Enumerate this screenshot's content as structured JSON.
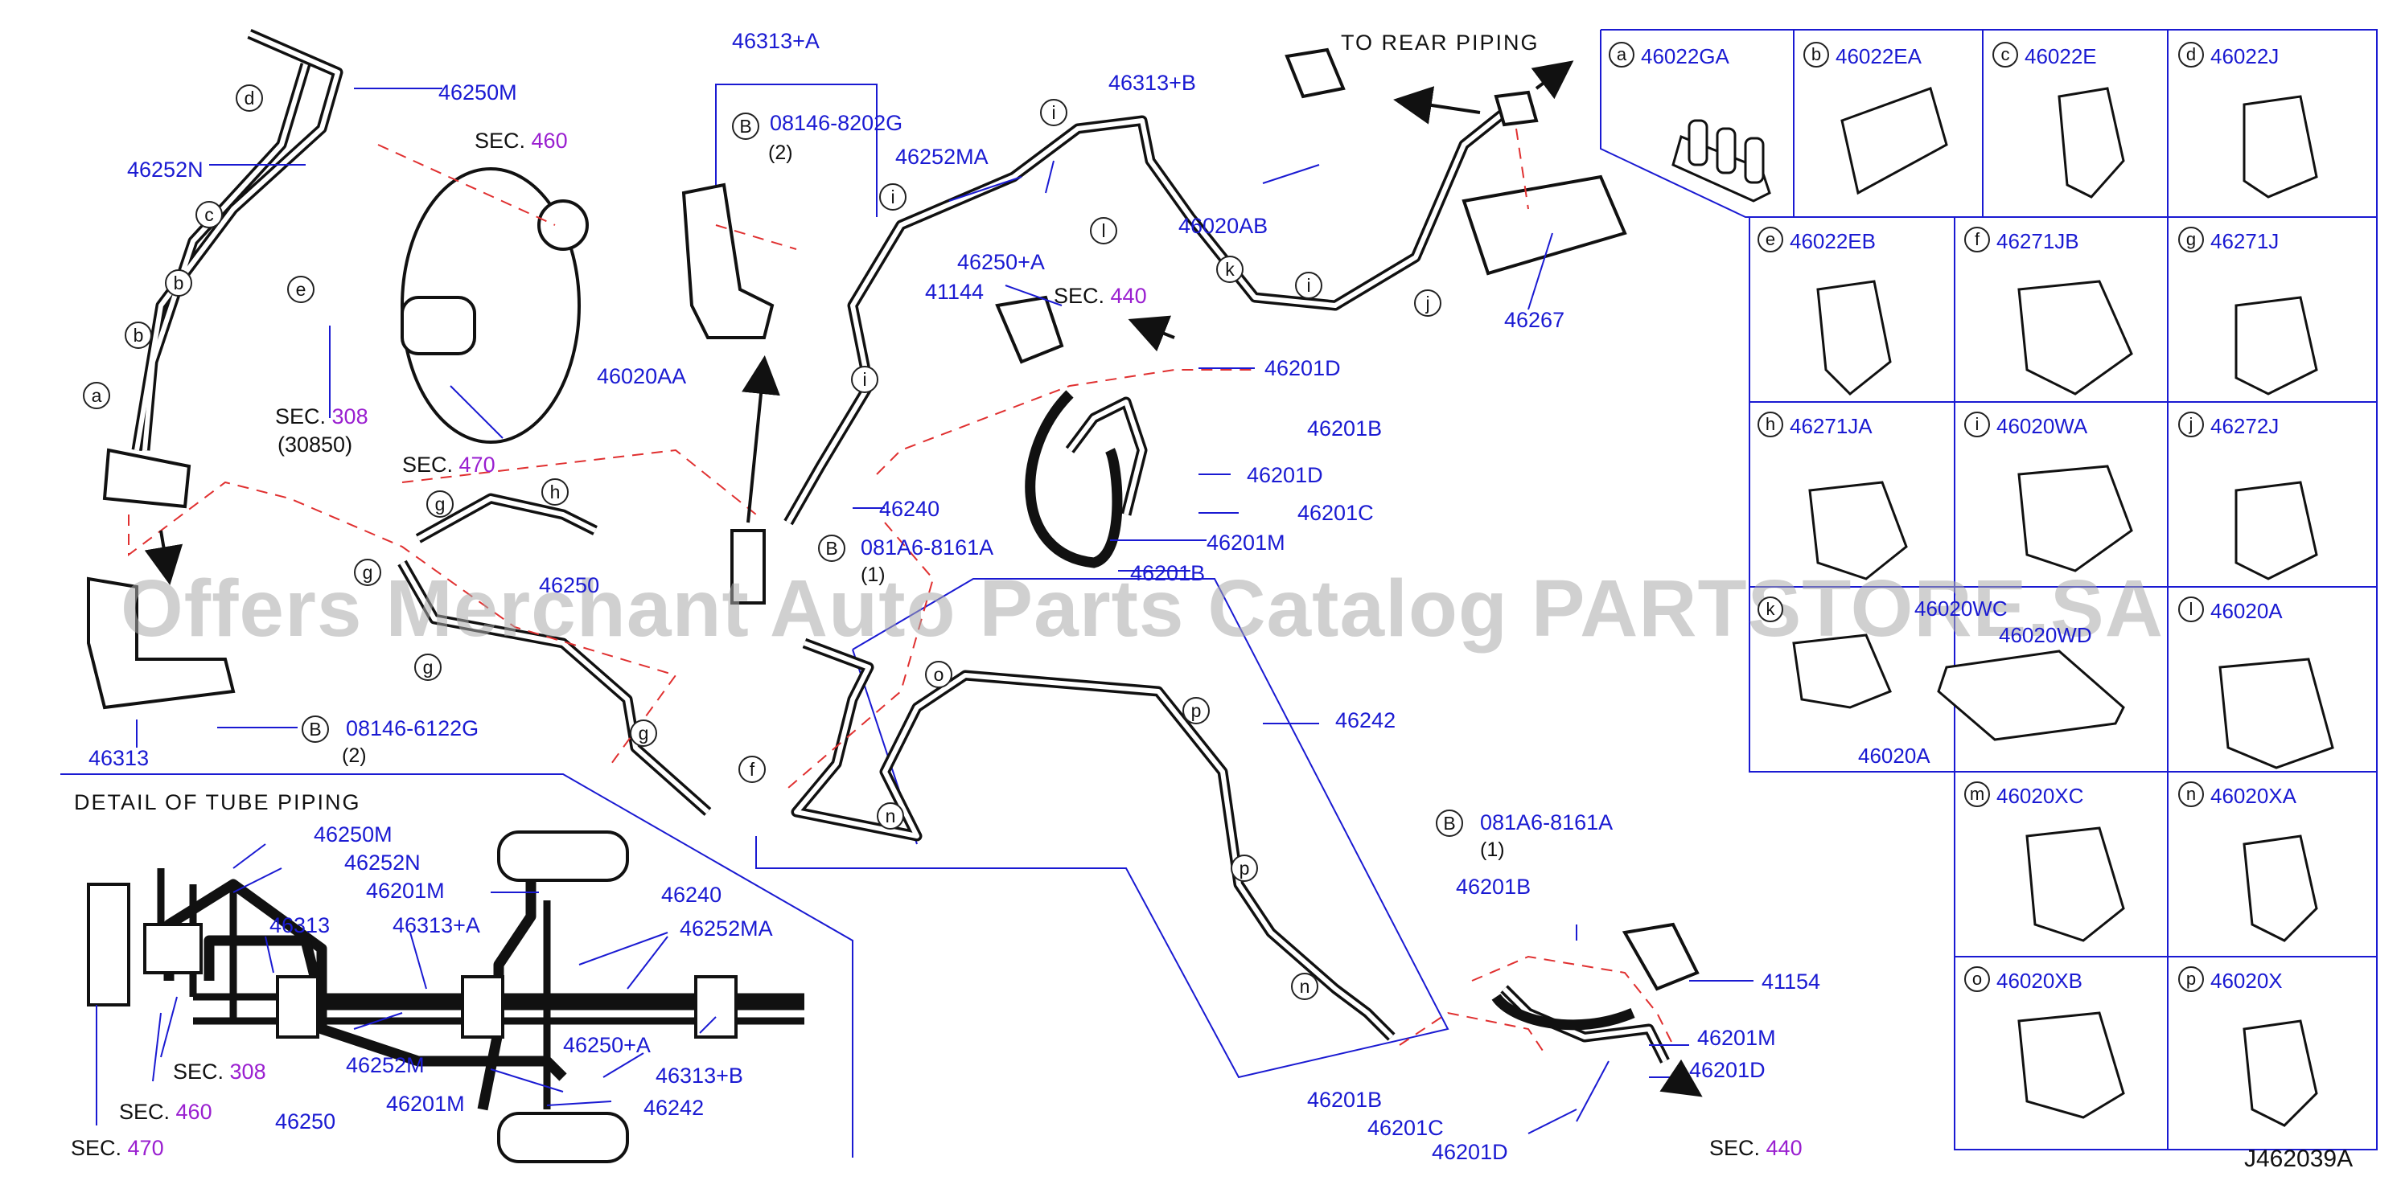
{
  "diagram_code": "J462039A",
  "watermark": "Offers Merchant Auto Parts Catalog PARTSTORE.SA",
  "rear_piping_label": "TO  REAR  PIPING",
  "detail_title": "DETAIL  OF  TUBE  PIPING",
  "colors": {
    "part_number": "#1a1ad2",
    "section_number": "#9a1fd0",
    "leader": "#1a1ad2",
    "dashed": "#e03030",
    "line": "#111111"
  },
  "labels": [
    {
      "id": "pn-46313a",
      "text": "46313+A",
      "kind": "pn"
    },
    {
      "id": "pn-46250m",
      "text": "46250M",
      "kind": "pn"
    },
    {
      "id": "pn-46252n",
      "text": "46252N",
      "kind": "pn"
    },
    {
      "id": "pn-08146-8202g",
      "text": "08146-8202G",
      "kind": "pn"
    },
    {
      "id": "qty-2a",
      "text": "(2)",
      "kind": "qty"
    },
    {
      "id": "pn-46252ma",
      "text": "46252MA",
      "kind": "pn"
    },
    {
      "id": "pn-46313b",
      "text": "46313+B",
      "kind": "pn"
    },
    {
      "id": "pn-46020ab",
      "text": "46020AB",
      "kind": "pn"
    },
    {
      "id": "pn-46250a",
      "text": "46250+A",
      "kind": "pn"
    },
    {
      "id": "pn-41144",
      "text": "41144",
      "kind": "pn"
    },
    {
      "id": "pn-46201d-a",
      "text": "46201D",
      "kind": "pn"
    },
    {
      "id": "pn-46267",
      "text": "46267",
      "kind": "pn"
    },
    {
      "id": "pn-46020aa",
      "text": "46020AA",
      "kind": "pn"
    },
    {
      "id": "pn-46201b-a",
      "text": "46201B",
      "kind": "pn"
    },
    {
      "id": "pn-46201d-b",
      "text": "46201D",
      "kind": "pn"
    },
    {
      "id": "pn-46201c-a",
      "text": "46201C",
      "kind": "pn"
    },
    {
      "id": "pn-46240-a",
      "text": "46240",
      "kind": "pn"
    },
    {
      "id": "pn-081a6-a",
      "text": "081A6-8161A",
      "kind": "pn"
    },
    {
      "id": "qty-1a",
      "text": "(1)",
      "kind": "qty"
    },
    {
      "id": "pn-46201m-a",
      "text": "46201M",
      "kind": "pn"
    },
    {
      "id": "pn-46201b-b",
      "text": "46201B",
      "kind": "pn"
    },
    {
      "id": "pn-46250-a",
      "text": "46250",
      "kind": "pn"
    },
    {
      "id": "pn-46313-a",
      "text": "46313",
      "kind": "pn"
    },
    {
      "id": "pn-08146-6122g",
      "text": "08146-6122G",
      "kind": "pn"
    },
    {
      "id": "qty-2b",
      "text": "(2)",
      "kind": "qty"
    },
    {
      "id": "pn-46242-a",
      "text": "46242",
      "kind": "pn"
    },
    {
      "id": "pn-081a6-b",
      "text": "081A6-8161A",
      "kind": "pn"
    },
    {
      "id": "qty-1b",
      "text": "(1)",
      "kind": "qty"
    },
    {
      "id": "pn-46201b-c",
      "text": "46201B",
      "kind": "pn"
    },
    {
      "id": "pn-41154",
      "text": "41154",
      "kind": "pn"
    },
    {
      "id": "pn-46201m-b",
      "text": "46201M",
      "kind": "pn"
    },
    {
      "id": "pn-46201d-c",
      "text": "46201D",
      "kind": "pn"
    },
    {
      "id": "pn-46201b-d",
      "text": "46201B",
      "kind": "pn"
    },
    {
      "id": "pn-46201c-b",
      "text": "46201C",
      "kind": "pn"
    },
    {
      "id": "pn-46201d-d",
      "text": "46201D",
      "kind": "pn"
    },
    {
      "id": "pn-d-46250m",
      "text": "46250M",
      "kind": "pn"
    },
    {
      "id": "pn-d-46252n",
      "text": "46252N",
      "kind": "pn"
    },
    {
      "id": "pn-d-46201m",
      "text": "46201M",
      "kind": "pn"
    },
    {
      "id": "pn-d-46240",
      "text": "46240",
      "kind": "pn"
    },
    {
      "id": "pn-d-46313",
      "text": "46313",
      "kind": "pn"
    },
    {
      "id": "pn-d-46313a",
      "text": "46313+A",
      "kind": "pn"
    },
    {
      "id": "pn-d-46252ma",
      "text": "46252MA",
      "kind": "pn"
    },
    {
      "id": "pn-d-46252m",
      "text": "46252M",
      "kind": "pn"
    },
    {
      "id": "pn-d-46250a",
      "text": "46250+A",
      "kind": "pn"
    },
    {
      "id": "pn-d-46313b",
      "text": "46313+B",
      "kind": "pn"
    },
    {
      "id": "pn-d-46250",
      "text": "46250",
      "kind": "pn"
    },
    {
      "id": "pn-d-46201m-b",
      "text": "46201M",
      "kind": "pn"
    },
    {
      "id": "pn-d-46242",
      "text": "46242",
      "kind": "pn"
    }
  ],
  "sections": [
    {
      "id": "sec-460-a",
      "prefix": "SEC.",
      "num": "460"
    },
    {
      "id": "sec-308-a",
      "prefix": "SEC.",
      "num": "308"
    },
    {
      "id": "sec-470-a",
      "prefix": "SEC.",
      "num": "470"
    },
    {
      "id": "sec-440-a",
      "prefix": "SEC.",
      "num": "440"
    },
    {
      "id": "sec-440-b",
      "prefix": "SEC.",
      "num": "440"
    },
    {
      "id": "sec-308-b",
      "prefix": "SEC.",
      "num": "308"
    },
    {
      "id": "sec-460-b",
      "prefix": "SEC.",
      "num": "460"
    },
    {
      "id": "sec-470-b",
      "prefix": "SEC.",
      "num": "470"
    }
  ],
  "extra_text": [
    {
      "id": "txt-30850",
      "text": "(30850)"
    }
  ],
  "bolt_marks": [
    {
      "id": "b1",
      "text": "B"
    },
    {
      "id": "b2",
      "text": "B"
    },
    {
      "id": "b3",
      "text": "B"
    },
    {
      "id": "b4",
      "text": "B"
    }
  ],
  "diagram_letters": [
    {
      "id": "l1",
      "text": "d"
    },
    {
      "id": "l2",
      "text": "c"
    },
    {
      "id": "l3",
      "text": "b"
    },
    {
      "id": "l4",
      "text": "b"
    },
    {
      "id": "l5",
      "text": "a"
    },
    {
      "id": "l6",
      "text": "e"
    },
    {
      "id": "l7",
      "text": "g"
    },
    {
      "id": "l8",
      "text": "h"
    },
    {
      "id": "l9",
      "text": "g"
    },
    {
      "id": "l10",
      "text": "g"
    },
    {
      "id": "l11",
      "text": "g"
    },
    {
      "id": "l12",
      "text": "f"
    },
    {
      "id": "l13",
      "text": "i"
    },
    {
      "id": "l14",
      "text": "i"
    },
    {
      "id": "l15",
      "text": "i"
    },
    {
      "id": "l16",
      "text": "l"
    },
    {
      "id": "l17",
      "text": "k"
    },
    {
      "id": "l18",
      "text": "i"
    },
    {
      "id": "l19",
      "text": "j"
    },
    {
      "id": "l20",
      "text": "o"
    },
    {
      "id": "l21",
      "text": "n"
    },
    {
      "id": "l22",
      "text": "p"
    },
    {
      "id": "l23",
      "text": "p"
    },
    {
      "id": "l24",
      "text": "n"
    }
  ],
  "clip_grid": [
    {
      "letter": "a",
      "pn": "46022GA"
    },
    {
      "letter": "b",
      "pn": "46022EA"
    },
    {
      "letter": "c",
      "pn": "46022E"
    },
    {
      "letter": "d",
      "pn": "46022J"
    },
    {
      "letter": "e",
      "pn": "46022EB"
    },
    {
      "letter": "f",
      "pn": "46271JB"
    },
    {
      "letter": "g",
      "pn": "46271J"
    },
    {
      "letter": "h",
      "pn": "46271JA"
    },
    {
      "letter": "i",
      "pn": "46020WA"
    },
    {
      "letter": "j",
      "pn": "46272J"
    },
    {
      "letter": "k",
      "pn": "46020WC"
    },
    {
      "letter": "",
      "pn": "46020WD"
    },
    {
      "letter": "",
      "pn": "46020A"
    },
    {
      "letter": "l",
      "pn": "46020A"
    },
    {
      "letter": "m",
      "pn": "46020XC"
    },
    {
      "letter": "n",
      "pn": "46020XA"
    },
    {
      "letter": "o",
      "pn": "46020XB"
    },
    {
      "letter": "p",
      "pn": "46020X"
    }
  ]
}
